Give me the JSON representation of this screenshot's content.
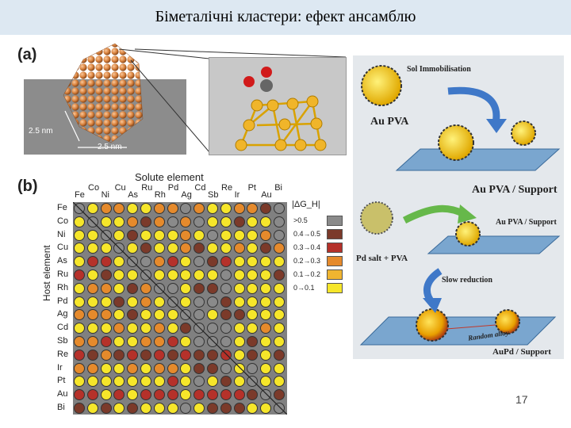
{
  "slide_title": "Біметалічні кластери: ефект ансамблю",
  "page_number": "17",
  "panel_a": {
    "label": "(a)",
    "dim_left": "2.5 nm",
    "dim_bottom": "2.5 nm"
  },
  "panel_b": {
    "label": "(b)",
    "solute_title": "Solute element",
    "host_title": "Host element",
    "solute_top": [
      "Co",
      "Cu",
      "Ru",
      "Pd",
      "Cd",
      "Re",
      "Pt",
      "Bi"
    ],
    "solute_bottom": [
      "Fe",
      "Ni",
      "As",
      "Rh",
      "Ag",
      "Sb",
      "Ir",
      "Au"
    ],
    "hosts": [
      "Fe",
      "Co",
      "Ni",
      "Cu",
      "As",
      "Ru",
      "Rh",
      "Pd",
      "Ag",
      "Cd",
      "Sb",
      "Re",
      "Ir",
      "Pt",
      "Au",
      "Bi"
    ],
    "legend_title": "|ΔG_H|",
    "legend": [
      {
        "label": ">0.5",
        "color": "#8a8a8a"
      },
      {
        "label": "0.4→0.5",
        "color": "#7b3a2a"
      },
      {
        "label": "0.3→0.4",
        "color": "#b5312a"
      },
      {
        "label": "0.2→0.3",
        "color": "#e58a2c"
      },
      {
        "label": "0.1→0.2",
        "color": "#f0b530"
      },
      {
        "label": "0→0.1",
        "color": "#f6e62a"
      }
    ],
    "matrix": [
      "a5445544a45544ba",
      "5a554b4a4a55b55a",
      "55a5b55545a5554a",
      "555a5b554b5545b4",
      "5cc5aa4c5abc5555",
      "c5b55a55555a555b",
      "5445b4aa5bba5555",
      "555b545a5aab5555",
      "4445b555aa5bb555",
      "55545545baaa5545",
      "44c5544c5aaa5b55",
      "cb4bcbcbcbbc5b5b",
      "445545445bba5a55",
      "5555555c5a5b5a55",
      "cc5c5ccc5ccccbab",
      "b5b5b555a5bbb55a"
    ]
  },
  "schema": {
    "step1": "Sol Immobilisation",
    "au_pva": "Au PVA",
    "au_support": "Au PVA / Support",
    "au_support_small": "Au PVA / Support",
    "pd_salt": "Pd salt + PVA",
    "slow_reduction": "Slow reduction",
    "random_alloy": "Random alloy",
    "aupd_support": "AuPd / Support"
  }
}
